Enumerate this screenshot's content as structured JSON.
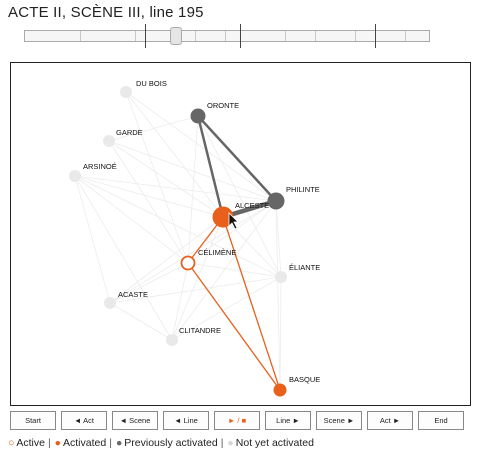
{
  "header": {
    "title": "ACTE II, SCÈNE III, line 195"
  },
  "timeline": {
    "position_fraction": 0.37
  },
  "graph": {
    "nodes": [
      {
        "id": "dubois",
        "label": "DU BOIS",
        "state": "inactive"
      },
      {
        "id": "oronte",
        "label": "ORONTE",
        "state": "previous"
      },
      {
        "id": "garde",
        "label": "GARDE",
        "state": "inactive"
      },
      {
        "id": "arsinoe",
        "label": "ARSINOÉ",
        "state": "inactive"
      },
      {
        "id": "philinte",
        "label": "PHILINTE",
        "state": "previous"
      },
      {
        "id": "alceste",
        "label": "ALCESTE",
        "state": "activated"
      },
      {
        "id": "celimene",
        "label": "CÉLIMÈNE",
        "state": "active"
      },
      {
        "id": "eliante",
        "label": "ÉLIANTE",
        "state": "inactive"
      },
      {
        "id": "acaste",
        "label": "ACASTE",
        "state": "inactive"
      },
      {
        "id": "clitandre",
        "label": "CLITANDRE",
        "state": "inactive"
      },
      {
        "id": "basque",
        "label": "BASQUE",
        "state": "activated"
      }
    ]
  },
  "controls": {
    "start": "Start",
    "prev_act": "◄ Act",
    "prev_scene": "◄ Scene",
    "prev_line": "◄ Line",
    "play_pause": "► / ■",
    "next_line": "Line ►",
    "next_scene": "Scene ►",
    "next_act": "Act ►",
    "end": "End"
  },
  "legend": {
    "active": "Active",
    "activated": "Activated",
    "previous": "Previously activated",
    "inactive": "Not yet activated",
    "separator": "|"
  },
  "colors": {
    "accent": "#e8601c",
    "previous": "#666666",
    "inactive": "#e6e6e6",
    "faint_edge": "#ececec"
  }
}
